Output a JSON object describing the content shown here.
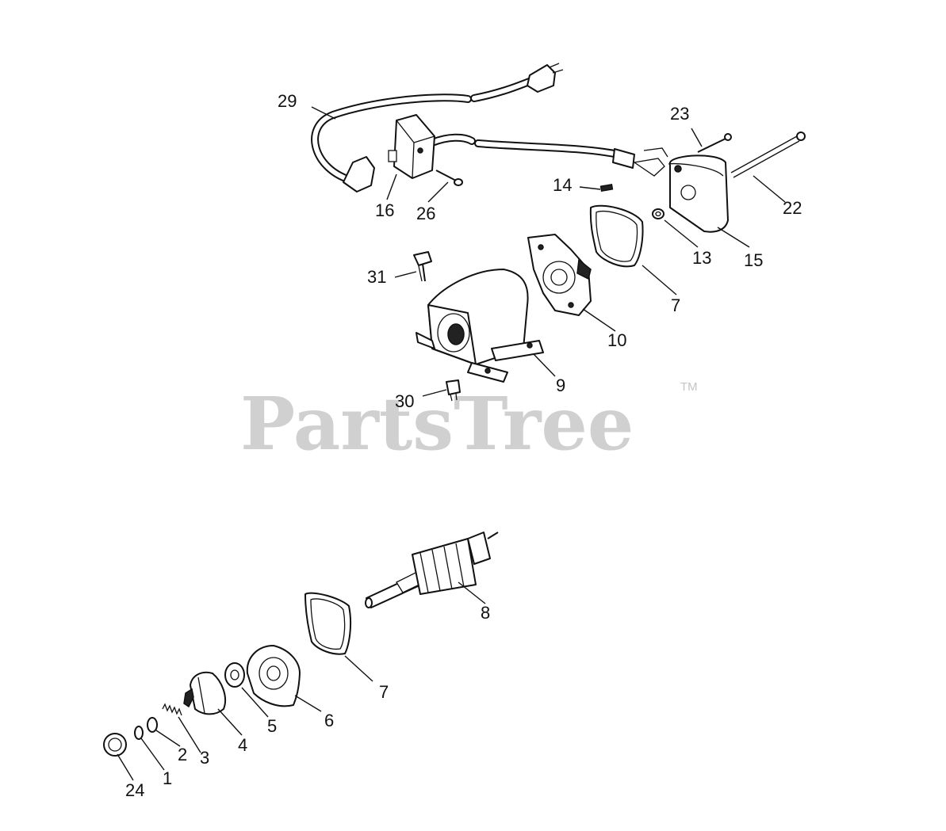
{
  "watermark": {
    "text": "PartsTree",
    "trademark": "TM"
  },
  "callouts": {
    "c29": "29",
    "c23": "23",
    "c22": "22",
    "c16": "16",
    "c26": "26",
    "c14": "14",
    "c13": "13",
    "c15": "15",
    "c31": "31",
    "c7a": "7",
    "c10": "10",
    "c9": "9",
    "c30": "30",
    "c8": "8",
    "c7b": "7",
    "c6": "6",
    "c5": "5",
    "c4": "4",
    "c3": "3",
    "c2": "2",
    "c1": "1",
    "c24": "24"
  }
}
